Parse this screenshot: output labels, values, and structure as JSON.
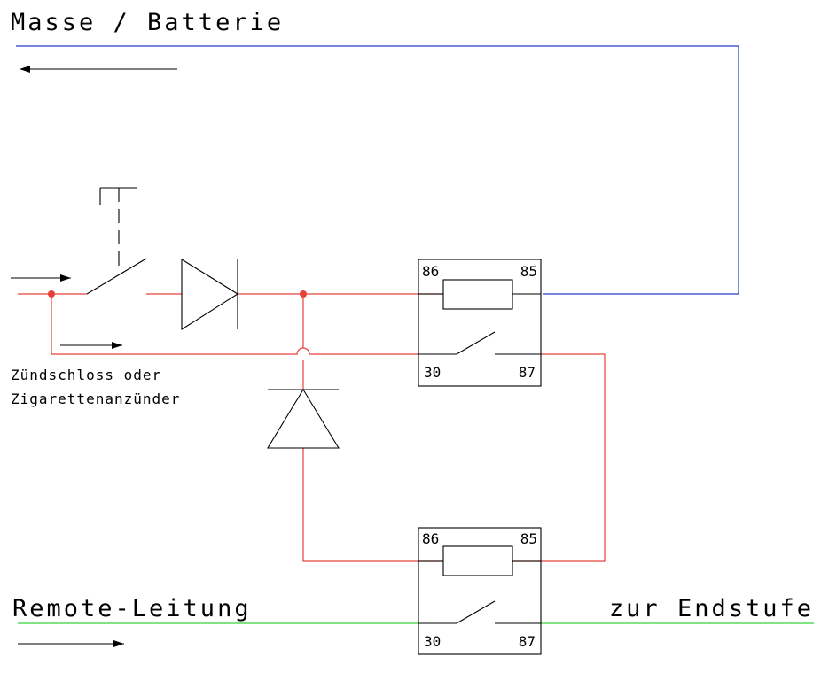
{
  "labels": {
    "ground": "Masse / Batterie",
    "ignition_line1": "Zündschloss oder",
    "ignition_line2": "Zigarettenanzünder",
    "remote": "Remote-Leitung",
    "to_amp": "zur Endstufe"
  },
  "relay_top": {
    "pin_86": "86",
    "pin_85": "85",
    "pin_30": "30",
    "pin_87": "87"
  },
  "relay_bottom": {
    "pin_86": "86",
    "pin_85": "85",
    "pin_30": "30",
    "pin_87": "87"
  },
  "colors": {
    "red_wire": "#e8403a",
    "blue_wire": "#2a3fc4",
    "green_wire": "#35d23a",
    "symbols": "#000000"
  }
}
